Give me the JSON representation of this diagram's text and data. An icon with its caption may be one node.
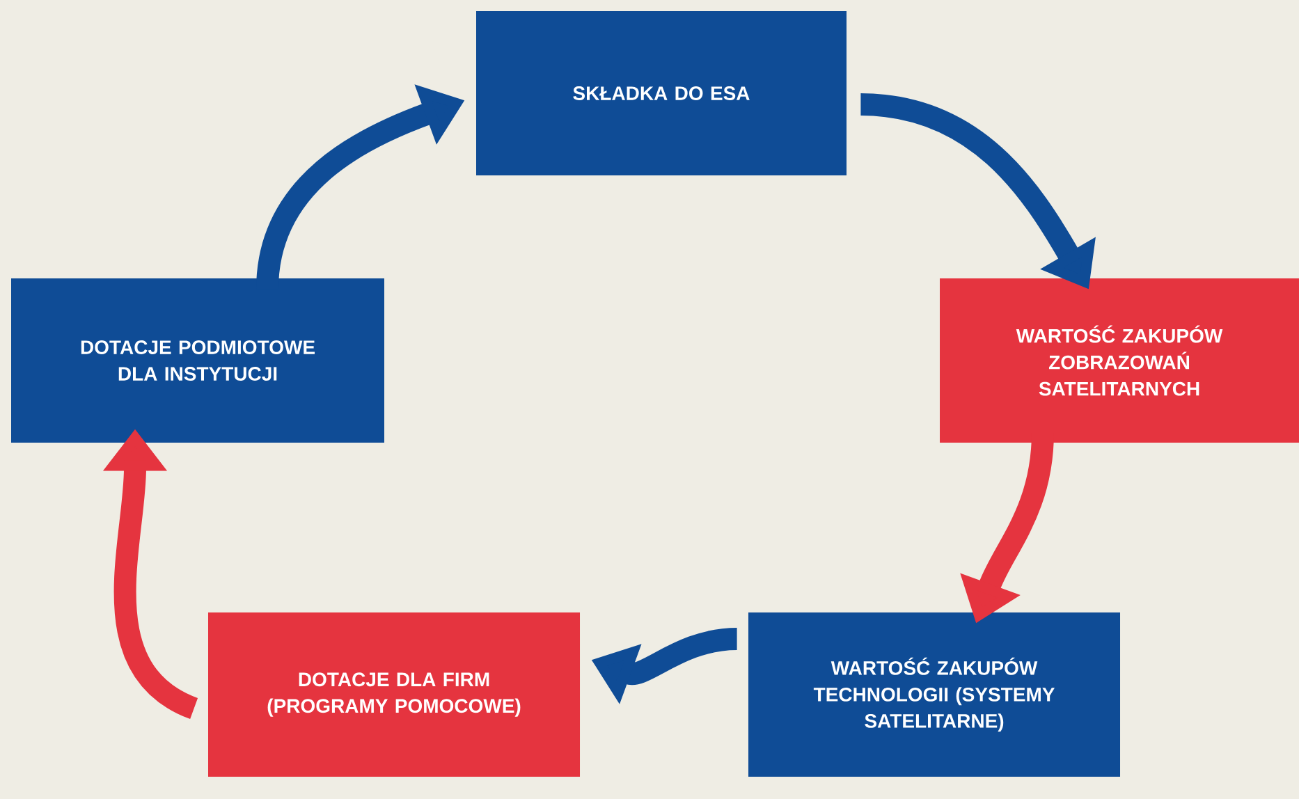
{
  "diagram": {
    "nodes": [
      {
        "text": [
          "SKŁADKA DO ESA"
        ]
      },
      {
        "text": [
          "WARTOŚĆ ZAKUPÓW ZOBRAZOWAŃ SATELITARNYCH"
        ]
      },
      {
        "text": [
          "WARTOŚĆ ZAKUPÓW TECHNOLOGII (SYSTEMY SATELITARNE)"
        ]
      },
      {
        "text": [
          "DOTACJE DLA FIRM (PROGRAMY POMOCOWE)"
        ]
      },
      {
        "text": [
          "DOTACJE PODMIOTOWE DLA INSTYTUCJI"
        ]
      }
    ],
    "edges": [
      {
        "from": 0,
        "to": 1,
        "arrow": "to"
      },
      {
        "from": 1,
        "to": 2,
        "arrow": "to",
        "color": "#e5343f"
      },
      {
        "from": 2,
        "to": 3,
        "arrow": "to"
      },
      {
        "from": 3,
        "to": 4,
        "arrow": "to",
        "color": "#e5343f"
      },
      {
        "from": 4,
        "to": 0,
        "arrow": "to"
      }
    ]
  }
}
